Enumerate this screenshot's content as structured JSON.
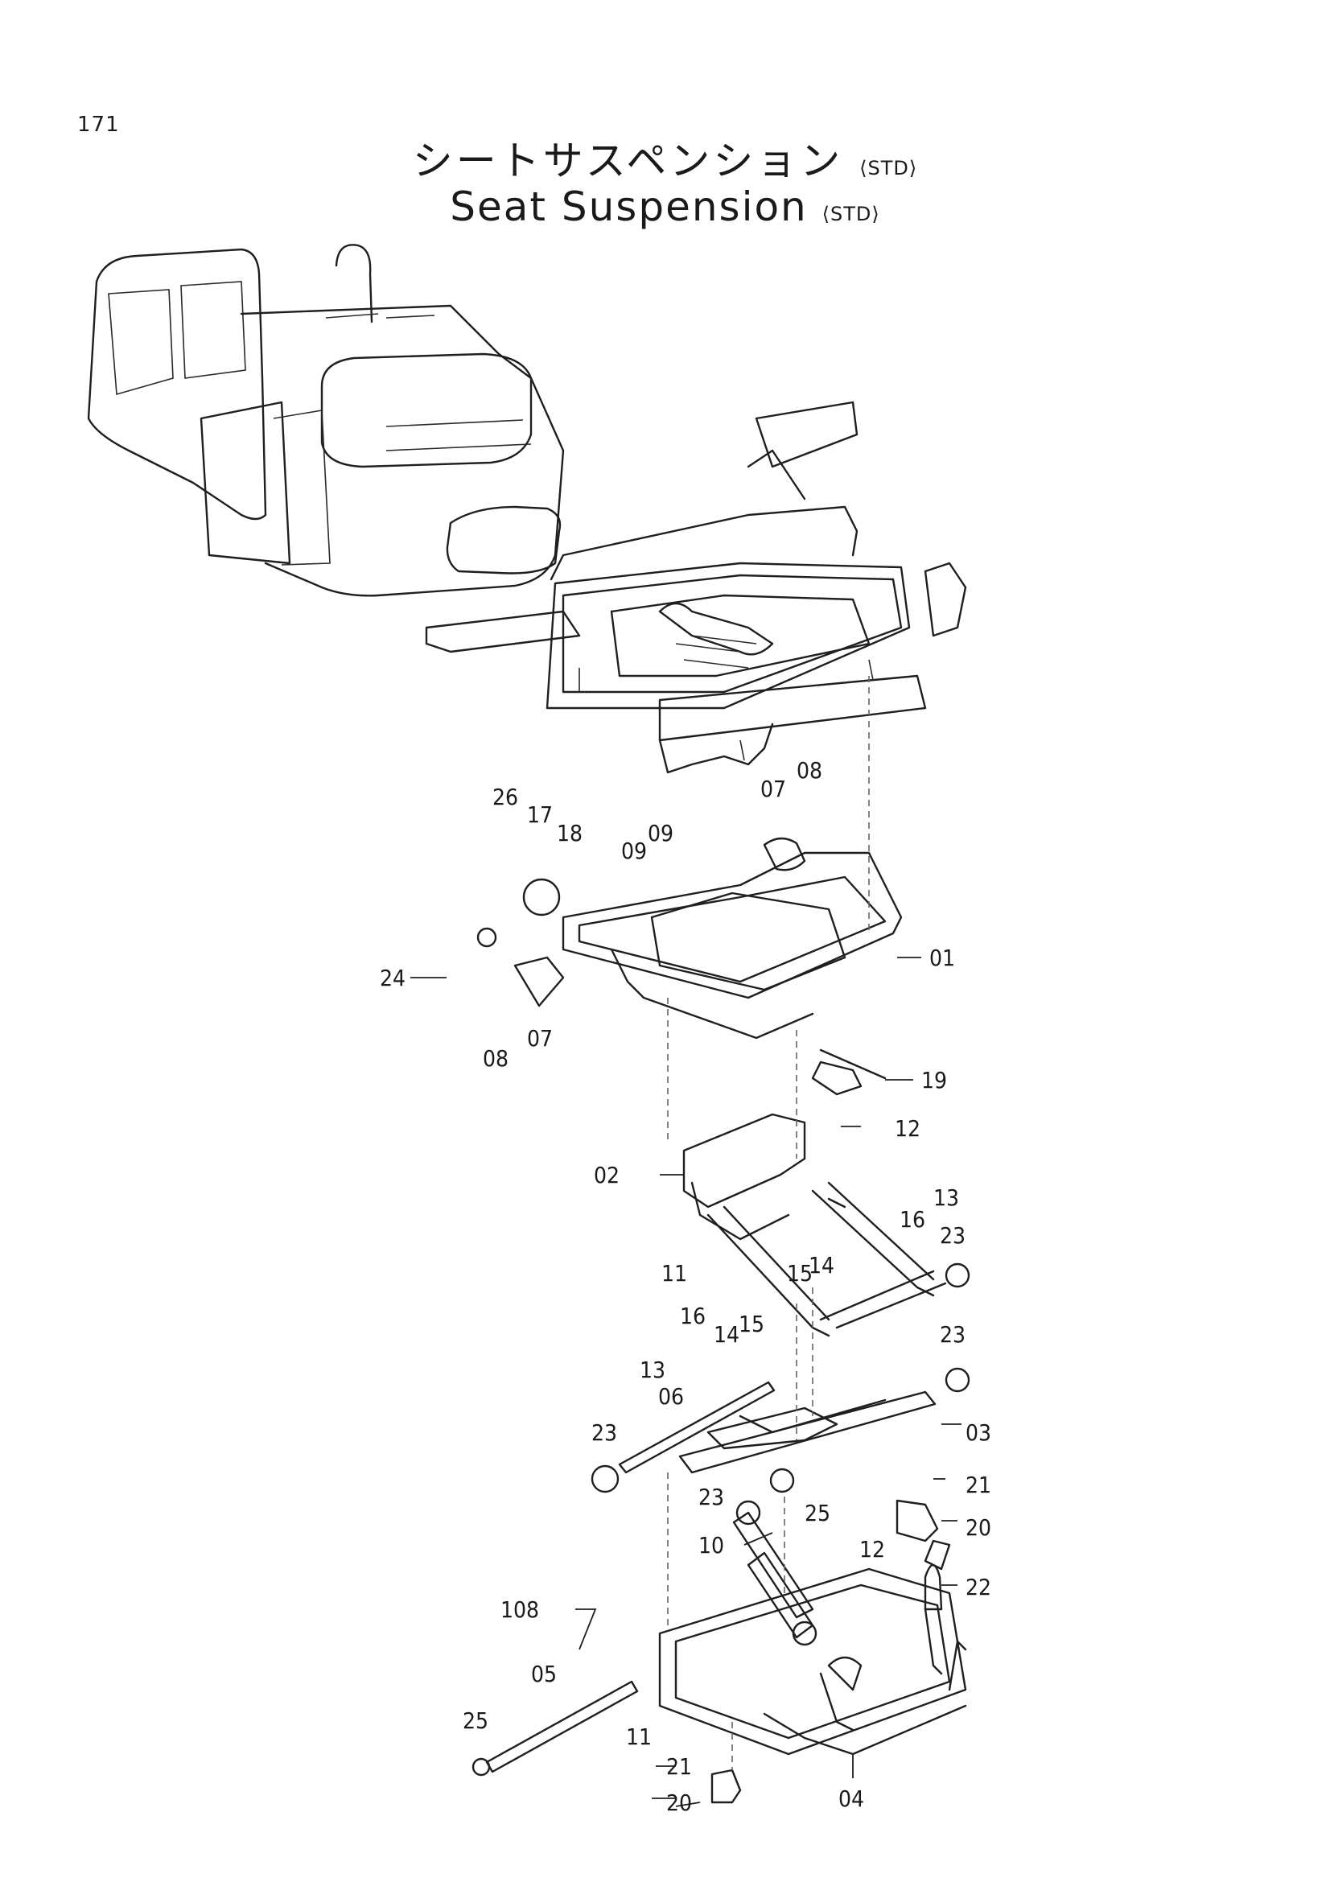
{
  "page_number": "171",
  "title_jp": "シートサスペンション",
  "title_en": "Seat Suspension",
  "variant_tag": "⟨STD⟩",
  "callouts": [
    {
      "id": "c-26",
      "label": "26"
    },
    {
      "id": "c-17",
      "label": "17"
    },
    {
      "id": "c-18",
      "label": "18"
    },
    {
      "id": "c-09a",
      "label": "09"
    },
    {
      "id": "c-09b",
      "label": "09"
    },
    {
      "id": "c-07a",
      "label": "07"
    },
    {
      "id": "c-08a",
      "label": "08"
    },
    {
      "id": "c-01",
      "label": "01"
    },
    {
      "id": "c-24",
      "label": "24"
    },
    {
      "id": "c-08b",
      "label": "08"
    },
    {
      "id": "c-07b",
      "label": "07"
    },
    {
      "id": "c-19",
      "label": "19"
    },
    {
      "id": "c-12a",
      "label": "12"
    },
    {
      "id": "c-02",
      "label": "02"
    },
    {
      "id": "c-16a",
      "label": "16"
    },
    {
      "id": "c-13a",
      "label": "13"
    },
    {
      "id": "c-11a",
      "label": "11"
    },
    {
      "id": "c-15a",
      "label": "15"
    },
    {
      "id": "c-14a",
      "label": "14"
    },
    {
      "id": "c-23a",
      "label": "23"
    },
    {
      "id": "c-16b",
      "label": "16"
    },
    {
      "id": "c-13b",
      "label": "13"
    },
    {
      "id": "c-14b",
      "label": "14"
    },
    {
      "id": "c-15b",
      "label": "15"
    },
    {
      "id": "c-23b",
      "label": "23"
    },
    {
      "id": "c-06",
      "label": "06"
    },
    {
      "id": "c-23c",
      "label": "23"
    },
    {
      "id": "c-03",
      "label": "03"
    },
    {
      "id": "c-23d",
      "label": "23"
    },
    {
      "id": "c-21a",
      "label": "21"
    },
    {
      "id": "c-25a",
      "label": "25"
    },
    {
      "id": "c-20a",
      "label": "20"
    },
    {
      "id": "c-10",
      "label": "10"
    },
    {
      "id": "c-12b",
      "label": "12"
    },
    {
      "id": "c-22",
      "label": "22"
    },
    {
      "id": "c-108",
      "label": "108"
    },
    {
      "id": "c-05",
      "label": "05"
    },
    {
      "id": "c-25b",
      "label": "25"
    },
    {
      "id": "c-11b",
      "label": "11"
    },
    {
      "id": "c-21b",
      "label": "21"
    },
    {
      "id": "c-20b",
      "label": "20"
    },
    {
      "id": "c-04",
      "label": "04"
    }
  ]
}
